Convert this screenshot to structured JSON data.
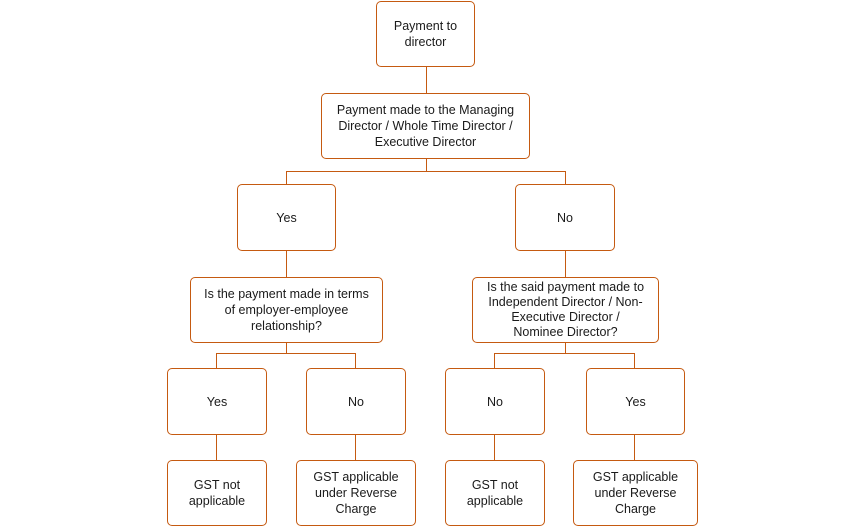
{
  "colors": {
    "border": "#c55a11",
    "connector": "#c55a11",
    "text": "#1a1a1a",
    "background": "#ffffff"
  },
  "nodes": {
    "root": "Payment to\ndirector",
    "question_md": "Payment made to the Managing\nDirector / Whole Time Director /\nExecutive Director",
    "yes_md": "Yes",
    "no_md": "No",
    "question_employer": "Is the payment made in terms\nof employer-employee\nrelationship?",
    "question_independent": "Is the said payment made to\nIndependent Director / Non-\nExecutive Director /\nNominee Director?",
    "yes_employer": "Yes",
    "no_employer": "No",
    "no_independent": "No",
    "yes_independent": "Yes",
    "outcome_1": "GST not\napplicable",
    "outcome_2": "GST applicable\nunder Reverse\nCharge",
    "outcome_3": "GST not\napplicable",
    "outcome_4": "GST applicable\nunder Reverse\nCharge"
  }
}
